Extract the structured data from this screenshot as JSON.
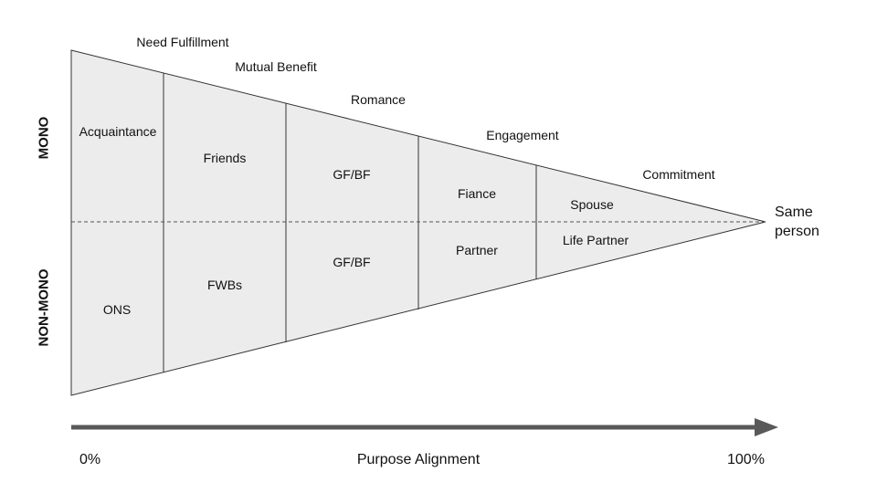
{
  "stages": [
    "Need Fulfillment",
    "Mutual Benefit",
    "Romance",
    "Engagement",
    "Commitment"
  ],
  "row_labels": {
    "top": "MONO",
    "bottom": "NON-MONO"
  },
  "mono_cells": [
    "Acquaintance",
    "Friends",
    "GF/BF",
    "Fiance",
    "Spouse"
  ],
  "nonmono_cells": [
    "ONS",
    "FWBs",
    "GF/BF",
    "Partner",
    "Life Partner"
  ],
  "endpoint": {
    "line1": "Same",
    "line2": "person"
  },
  "axis": {
    "start": "0%",
    "title": "Purpose Alignment",
    "end": "100%"
  },
  "colors": {
    "fill": "#ececec",
    "stroke": "#333333",
    "arrow": "#595959",
    "dash": "#555555"
  }
}
